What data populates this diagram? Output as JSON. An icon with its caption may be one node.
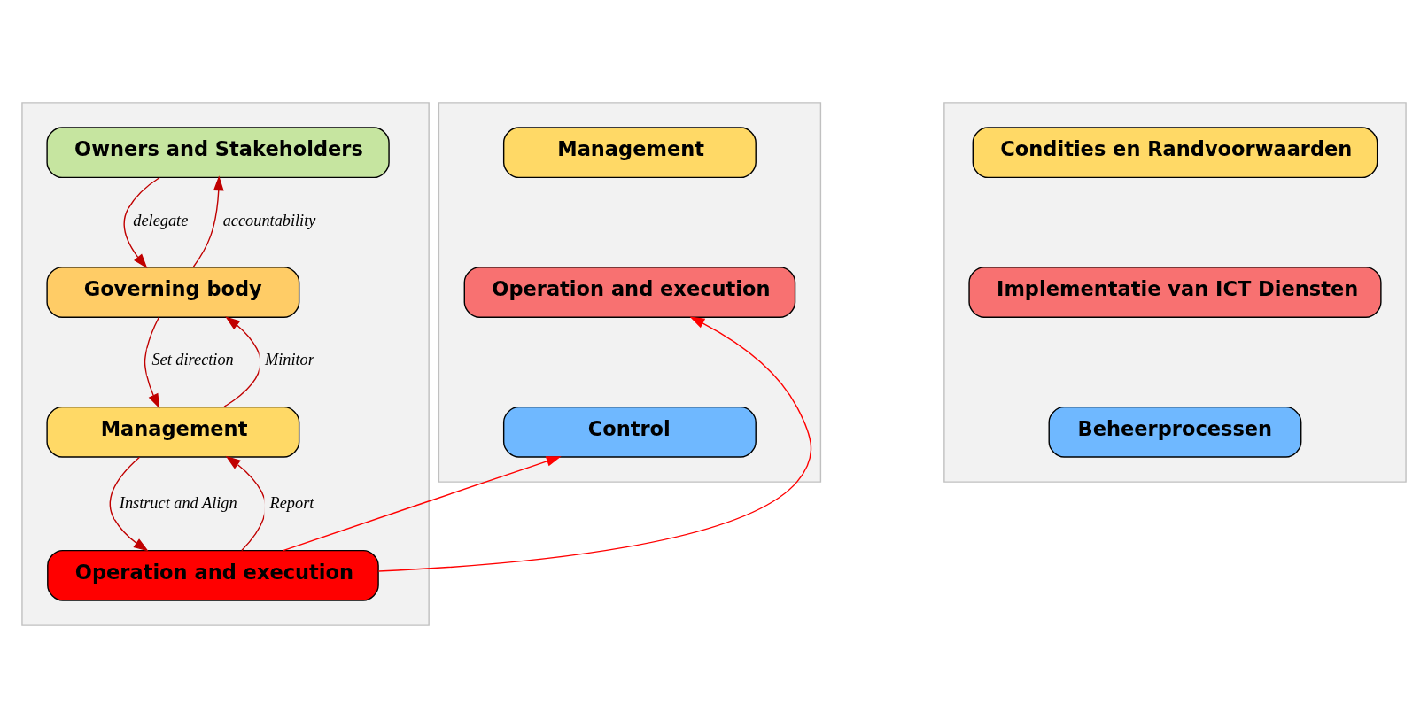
{
  "diagram": {
    "nodes": [
      {
        "text": [],
        "shape": "box"
      },
      {
        "text": [
          "Owners and Stakeholders"
        ],
        "in": 0
      },
      {
        "text": [
          "Governing body"
        ],
        "in": 0
      },
      {
        "text": [
          "Management"
        ],
        "in": 0
      },
      {
        "text": [
          "Operation and execution"
        ],
        "in": 0
      },
      {
        "text": [],
        "shape": "box"
      },
      {
        "text": [
          "Management"
        ],
        "in": 5
      },
      {
        "text": [
          "Operation and execution"
        ],
        "in": 5
      },
      {
        "text": [
          "Control"
        ],
        "in": 5
      },
      {
        "text": [],
        "shape": "box"
      },
      {
        "text": [
          "Condities en Randvoorwaarden"
        ],
        "in": 9
      },
      {
        "text": [
          "Implementatie van ICT Diensten"
        ],
        "in": 9
      },
      {
        "text": [
          "Beheerprocessen"
        ],
        "in": 9
      }
    ],
    "edges": [
      {
        "from": 1,
        "to": 2,
        "arrow": "to",
        "label": "delegate"
      },
      {
        "from": 2,
        "to": 1,
        "arrow": "to",
        "label": "accountability"
      },
      {
        "from": 2,
        "to": 3,
        "arrow": "to",
        "label": "Set direction"
      },
      {
        "from": 3,
        "to": 2,
        "arrow": "to",
        "label": "Minitor"
      },
      {
        "from": 3,
        "to": 4,
        "arrow": "to",
        "label": "Instruct and Align"
      },
      {
        "from": 4,
        "to": 3,
        "arrow": "to",
        "label": "Report"
      },
      {
        "from": 4,
        "to": 7,
        "arrow": "to",
        "color": "#ff0000"
      },
      {
        "from": 4,
        "to": 8,
        "arrow": "to",
        "color": "#ff0000"
      }
    ]
  }
}
